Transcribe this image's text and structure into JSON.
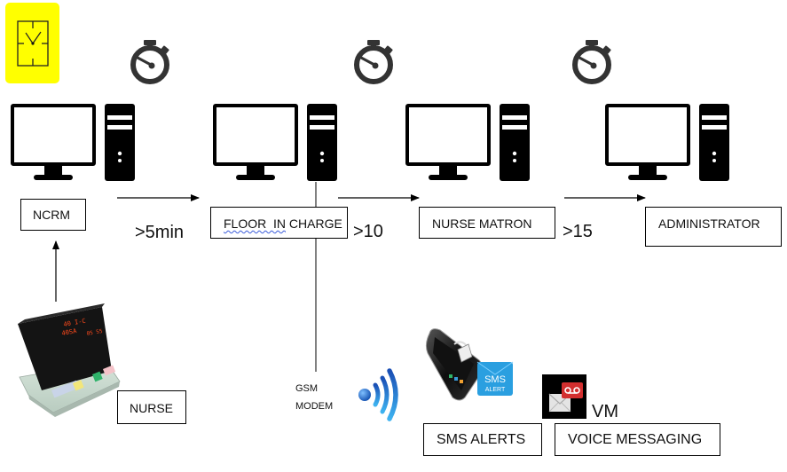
{
  "diagram": {
    "title": "Nurse call escalation flow",
    "colors": {
      "clock_badge": "#ffff00",
      "stopwatch": "#333333",
      "wifi_blue": "#1e6fd8",
      "sms_blue": "#2a9fe0",
      "vm_red": "#d32f2f"
    },
    "nodes": [
      {
        "id": "ncrm",
        "label": "NCRM",
        "icon": "computer-icon"
      },
      {
        "id": "floor",
        "label_underlined": "FLOOR  IN",
        "label_rest": " CHARGE",
        "icon": "computer-icon"
      },
      {
        "id": "matron",
        "label": "NURSE MATRON",
        "icon": "computer-icon"
      },
      {
        "id": "admin",
        "label": "ADMINISTRATOR",
        "icon": "computer-icon"
      },
      {
        "id": "nurse",
        "label": "NURSE",
        "icon": "nurse-call-panel-icon"
      }
    ],
    "escalation_times": [
      ">5min",
      ">10",
      ">15"
    ],
    "gsm_label_line1": "GSM",
    "gsm_label_line2": "MODEM",
    "outputs": [
      {
        "label": "SMS ALERTS",
        "icon": "sms-alert-phone-icon"
      },
      {
        "label": "VOICE MESSAGING",
        "icon": "voicemail-icon",
        "icon_caption": "VM"
      }
    ],
    "panel_display": {
      "line1": "40 I-C",
      "line2": "40SA",
      "time": "05 55"
    },
    "sms_badge_line1": "SMS",
    "sms_badge_line2": "ALERT"
  }
}
